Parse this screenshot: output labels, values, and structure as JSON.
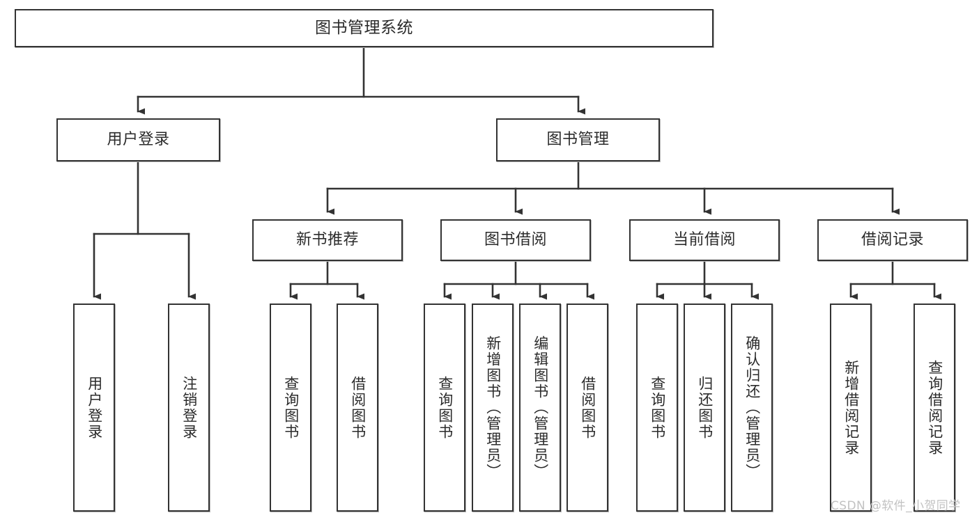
{
  "diagram": {
    "title": "图书管理系统",
    "type": "tree-hierarchy-diagram",
    "watermark": "CSDN @软件_小贺同学",
    "colors": {
      "box_border": "#333333",
      "box_fill": "#ffffff",
      "connector": "#333333",
      "text": "#2b2b2b",
      "watermark": "#c2c2c2",
      "background": "#ffffff"
    },
    "levels": {
      "root": {
        "label": "图书管理系统"
      },
      "level2": [
        {
          "label": "用户登录"
        },
        {
          "label": "图书管理"
        }
      ],
      "level3": [
        {
          "label": "新书推荐"
        },
        {
          "label": "图书借阅"
        },
        {
          "label": "当前借阅"
        },
        {
          "label": "借阅记录"
        }
      ],
      "leaves": {
        "user_login": [
          {
            "label": "用户登录"
          },
          {
            "label": "注销登录"
          }
        ],
        "new_book_recommend": [
          {
            "label": "查询图书"
          },
          {
            "label": "借阅图书"
          }
        ],
        "book_borrow": [
          {
            "label": "查询图书"
          },
          {
            "label": "新增图书（管理员）"
          },
          {
            "label": "编辑图书（管理员）"
          },
          {
            "label": "借阅图书"
          }
        ],
        "current_borrow": [
          {
            "label": "查询图书"
          },
          {
            "label": "归还图书"
          },
          {
            "label": "确认归还（管理员）"
          }
        ],
        "borrow_record": [
          {
            "label": "新增借阅记录"
          },
          {
            "label": "查询借阅记录"
          }
        ]
      }
    }
  }
}
